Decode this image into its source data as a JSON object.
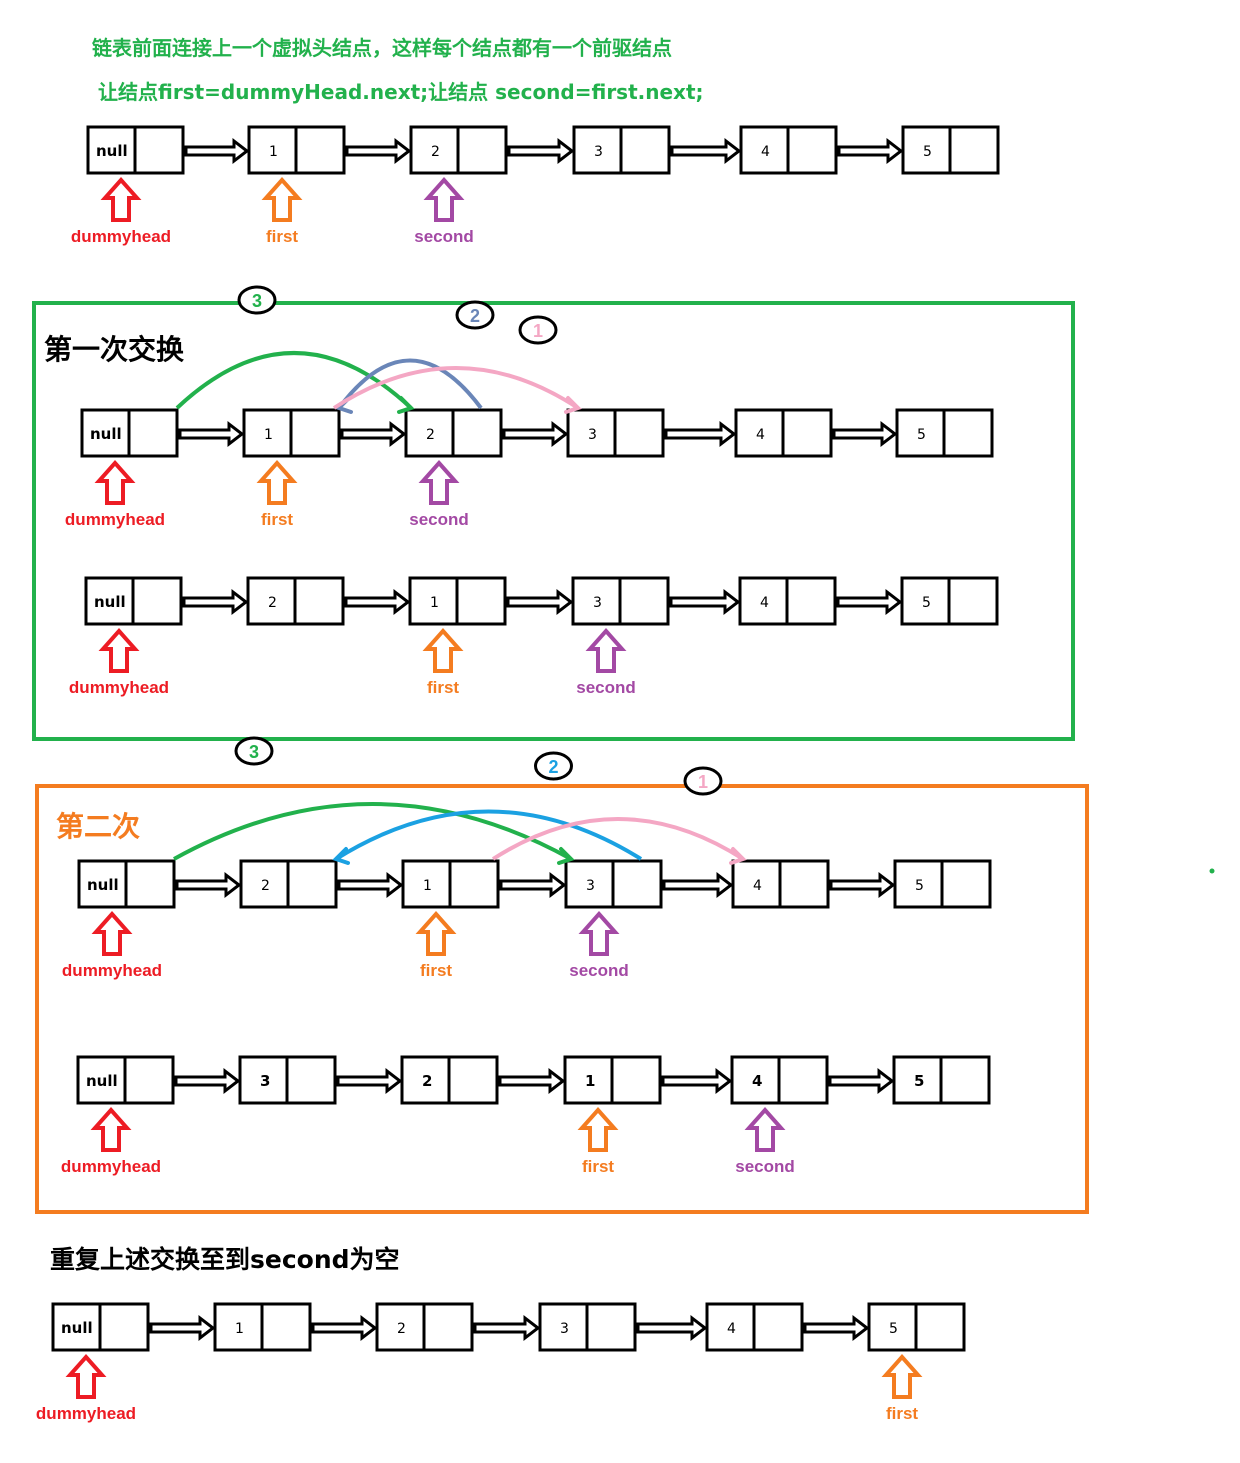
{
  "header": {
    "line1": "链表前面连接上一个虚拟头结点，这样每个结点都有一个前驱结点",
    "line2": "让结点first=dummyHead.next;让结点 second=first.next;"
  },
  "titles": {
    "first_swap": "第一次交换",
    "second_swap": "第二次",
    "repeat": "重复上述交换至到second为空"
  },
  "colors": {
    "dummyhead": "#ed1c24",
    "first": "#f47c20",
    "second": "#a349a4",
    "step3": "#22b14c",
    "step2_a": "#6a86b8",
    "step2_b": "#1ba1e2",
    "step1": "#f4a7c4"
  },
  "rows": [
    {
      "nodes": [
        "null",
        "1",
        "2",
        "3",
        "4",
        "5"
      ],
      "pointers": [
        {
          "label": "dummyhead",
          "node": 0,
          "color": "dummyhead"
        },
        {
          "label": "first",
          "node": 1,
          "color": "first"
        },
        {
          "label": "second",
          "node": 2,
          "color": "second"
        }
      ]
    },
    {
      "nodes": [
        "null",
        "1",
        "2",
        "3",
        "4",
        "5"
      ],
      "pointers": [
        {
          "label": "dummyhead",
          "node": 0,
          "color": "dummyhead"
        },
        {
          "label": "first",
          "node": 1,
          "color": "first"
        },
        {
          "label": "second",
          "node": 2,
          "color": "second"
        }
      ],
      "steps": [
        {
          "num": "3",
          "from": 0,
          "to": 2,
          "color": "step3",
          "ring": "#000"
        },
        {
          "num": "2",
          "from": 2,
          "to": 1,
          "color": "step2_a",
          "ring": "#000"
        },
        {
          "num": "1",
          "from": 1,
          "to": 3,
          "color": "step1",
          "ring": "#000"
        }
      ]
    },
    {
      "nodes": [
        "null",
        "2",
        "1",
        "3",
        "4",
        "5"
      ],
      "pointers": [
        {
          "label": "dummyhead",
          "node": 0,
          "color": "dummyhead"
        },
        {
          "label": "first",
          "node": 2,
          "color": "first"
        },
        {
          "label": "second",
          "node": 3,
          "color": "second"
        }
      ]
    },
    {
      "nodes": [
        "null",
        "2",
        "1",
        "3",
        "4",
        "5"
      ],
      "pointers": [
        {
          "label": "dummyhead",
          "node": 0,
          "color": "dummyhead"
        },
        {
          "label": "first",
          "node": 2,
          "color": "first"
        },
        {
          "label": "second",
          "node": 3,
          "color": "second"
        }
      ],
      "steps": [
        {
          "num": "3",
          "from": 0,
          "to": 3,
          "color": "step3",
          "ring": "#000"
        },
        {
          "num": "2",
          "from": 3,
          "to": 1,
          "color": "step2_b",
          "ring": "#000"
        },
        {
          "num": "1",
          "from": 2,
          "to": 4,
          "color": "step1",
          "ring": "#000"
        }
      ]
    },
    {
      "nodes": [
        "null",
        "3",
        "2",
        "1",
        "4",
        "5"
      ],
      "pointers": [
        {
          "label": "dummyhead",
          "node": 0,
          "color": "dummyhead"
        },
        {
          "label": "first",
          "node": 3,
          "color": "first"
        },
        {
          "label": "second",
          "node": 4,
          "color": "second"
        }
      ]
    },
    {
      "nodes": [
        "null",
        "1",
        "2",
        "3",
        "4",
        "5"
      ],
      "pointers": [
        {
          "label": "dummyhead",
          "node": 0,
          "color": "dummyhead"
        },
        {
          "label": "first",
          "node": 5,
          "color": "first"
        }
      ]
    }
  ]
}
